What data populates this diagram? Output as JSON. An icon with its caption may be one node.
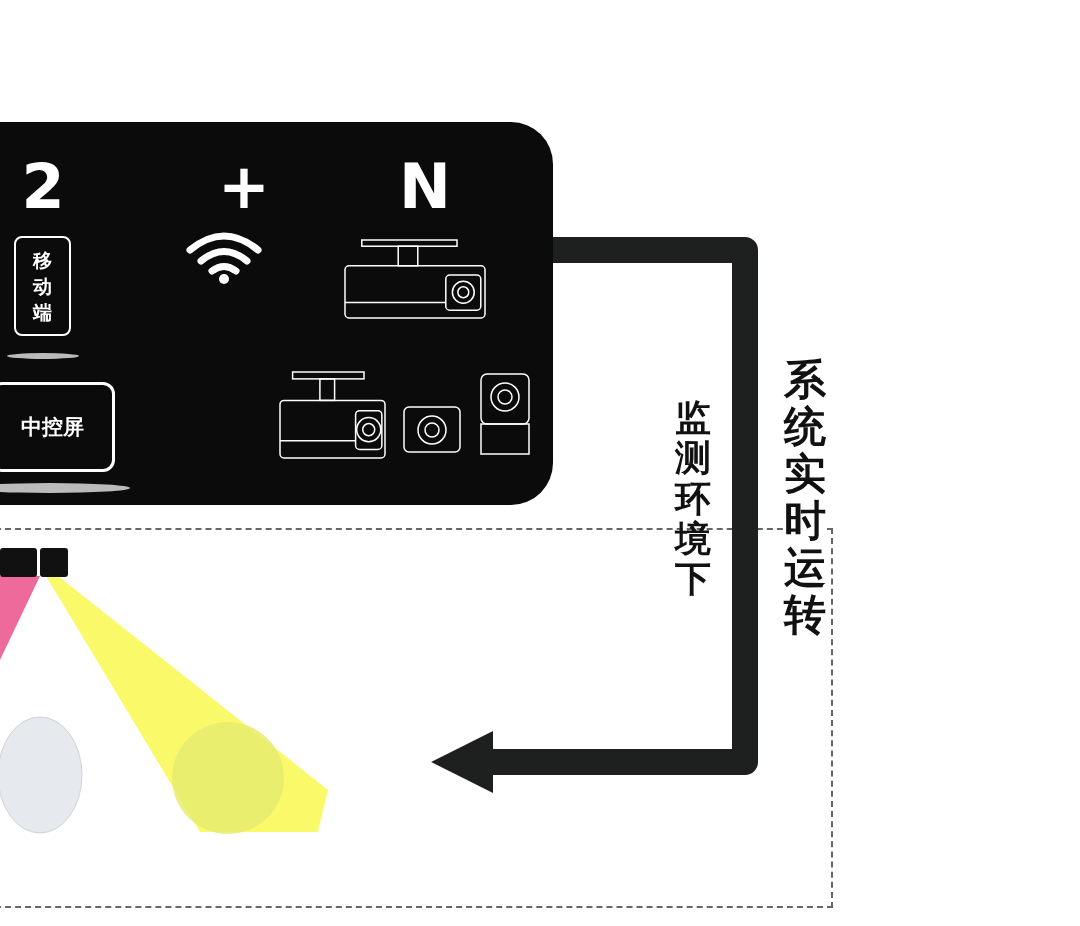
{
  "diagram": {
    "nodes": [
      {
        "text": [
          "2",
          "+",
          "N"
        ]
      },
      {
        "text": [
          "移动端"
        ],
        "in": 0
      },
      {
        "text": [
          "中控屏"
        ],
        "in": 0
      },
      {
        "text": [],
        "shape": "box"
      }
    ],
    "edges": [
      {
        "from": 0,
        "to": 3,
        "arrow": "to",
        "label": "系统实时运转"
      }
    ],
    "labels": [
      "监测环境下"
    ]
  }
}
